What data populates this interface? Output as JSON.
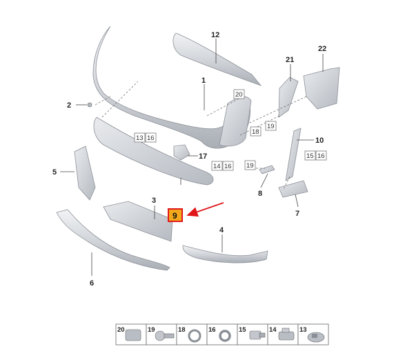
{
  "callouts": {
    "c1": "1",
    "c2": "2",
    "c3": "3",
    "c4": "4",
    "c5": "5",
    "c6": "6",
    "c7": "7",
    "c8": "8",
    "c10": "10",
    "c12": "12",
    "c17": "17",
    "c21": "21",
    "c22": "22"
  },
  "highlight": {
    "label": "9"
  },
  "ref_boxes": {
    "r20": "20",
    "r18": "18",
    "r19a": "19",
    "r13": "13",
    "r16a": "16",
    "r14": "14",
    "r16b": "16",
    "r19b": "19",
    "r15": "15",
    "r16c": "16"
  },
  "legend": [
    "20",
    "19",
    "18",
    "16",
    "15",
    "14",
    "13"
  ],
  "colors": {
    "highlight_fill": "#f3a81c",
    "highlight_border": "#e0161a",
    "arrow": "#e0161a"
  }
}
